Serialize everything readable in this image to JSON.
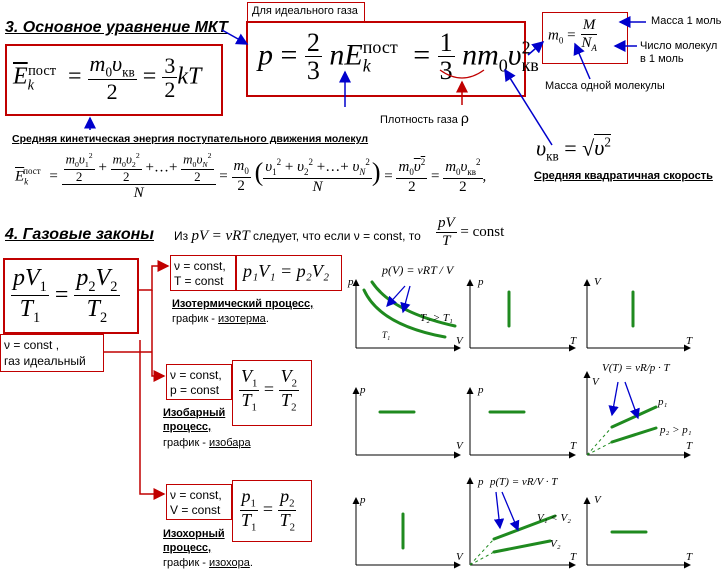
{
  "section3": {
    "title": "3. Основное уравнение МКТ",
    "ideal_gas_label": "Для идеального газа",
    "main_eq": {
      "p": "p",
      "eq": "=",
      "two": "2",
      "three": "3",
      "nE": "nE",
      "k": "k",
      "post": "пост",
      "one": "1",
      "nm": "nm",
      "zero": "0",
      "v": "υ",
      "sq": "2",
      "kv": "кв"
    },
    "mass_eq": {
      "m0": "m",
      "zero": "0",
      "M": "M",
      "NA": "N",
      "A": "A"
    },
    "label_mole_mass": "Масса 1 моль",
    "label_avogadro_1": "Число молекул",
    "label_avogadro_2": "в 1 моль",
    "label_molecule_mass": "Масса одной молекулы",
    "label_density": "Плотность газа",
    "rho": "ρ",
    "ke_eq": {
      "E": "E",
      "k": "k",
      "post": "пост",
      "m0": "m",
      "v": "υ",
      "kv": "кв",
      "two": "2",
      "three": "3",
      "kT": "kT"
    },
    "label_ke": "Средняя кинетическая энергия поступательного движения молекул",
    "vkv_eq": {
      "v": "υ",
      "kv": "кв",
      "sqrtv": "υ",
      "two": "2"
    },
    "label_rms": "Средняя квадратичная скорость",
    "long_eq": {
      "E": "E",
      "k": "k",
      "post": "пост",
      "n1": "m",
      "v1": "υ",
      "s1": "1",
      "v2": "υ",
      "s2": "2",
      "dots": "+…+",
      "vN": "υ",
      "sN": "N",
      "two": "2",
      "N": "N",
      "plus": "+"
    }
  },
  "section4": {
    "title": "4. Газовые законы",
    "derivation_prefix": "Из",
    "derivation_eq": "pV = νRT",
    "derivation_mid": "следует, что если ν = const, то",
    "derivation_end": "= const",
    "pV": "pV",
    "T": "T",
    "combined": {
      "p1": "p",
      "V1": "V",
      "one": "1",
      "two": "2",
      "T": "T"
    },
    "cond_nu": "ν = const ,",
    "cond_ideal": "газ идеальный",
    "iso_t": {
      "cond1": "ν = const,",
      "cond2": "T = const",
      "eq": "p₁V₁ = p₂V₂",
      "name": "Изотермический процесс,",
      "graph_prefix": "график - ",
      "graph_name": "изотерма",
      "graph_suffix": "."
    },
    "iso_p": {
      "cond1": "ν = const,",
      "cond2": "p = const",
      "name_1": "Изобарный",
      "name_2": "процесс,",
      "graph_prefix": "график - ",
      "graph_name": "изобара"
    },
    "iso_v": {
      "cond1": "ν = const,",
      "cond2": "V = const",
      "name_1": "Изохорный",
      "name_2": "процесс,",
      "graph_prefix": "график - ",
      "graph_name": "изохора",
      "graph_suffix": "."
    },
    "graphs": {
      "p": "p",
      "V": "V",
      "T": "T",
      "pV_formula": "p(V) = νRT / V",
      "T2gtT1": "T₂ > T₁",
      "T1": "T₁",
      "VT_formula": "V(T) = νR/p · T",
      "p1": "p₁",
      "p2gtp1": "p₂ > p₁",
      "pT_formula": "p(T) = νR/V · T",
      "V1ltV2": "V₁ < V₂",
      "V2": "V₂"
    }
  },
  "colors": {
    "accent": "#c00000",
    "line": "#1f8a1f",
    "arrow": "#0000cc"
  }
}
